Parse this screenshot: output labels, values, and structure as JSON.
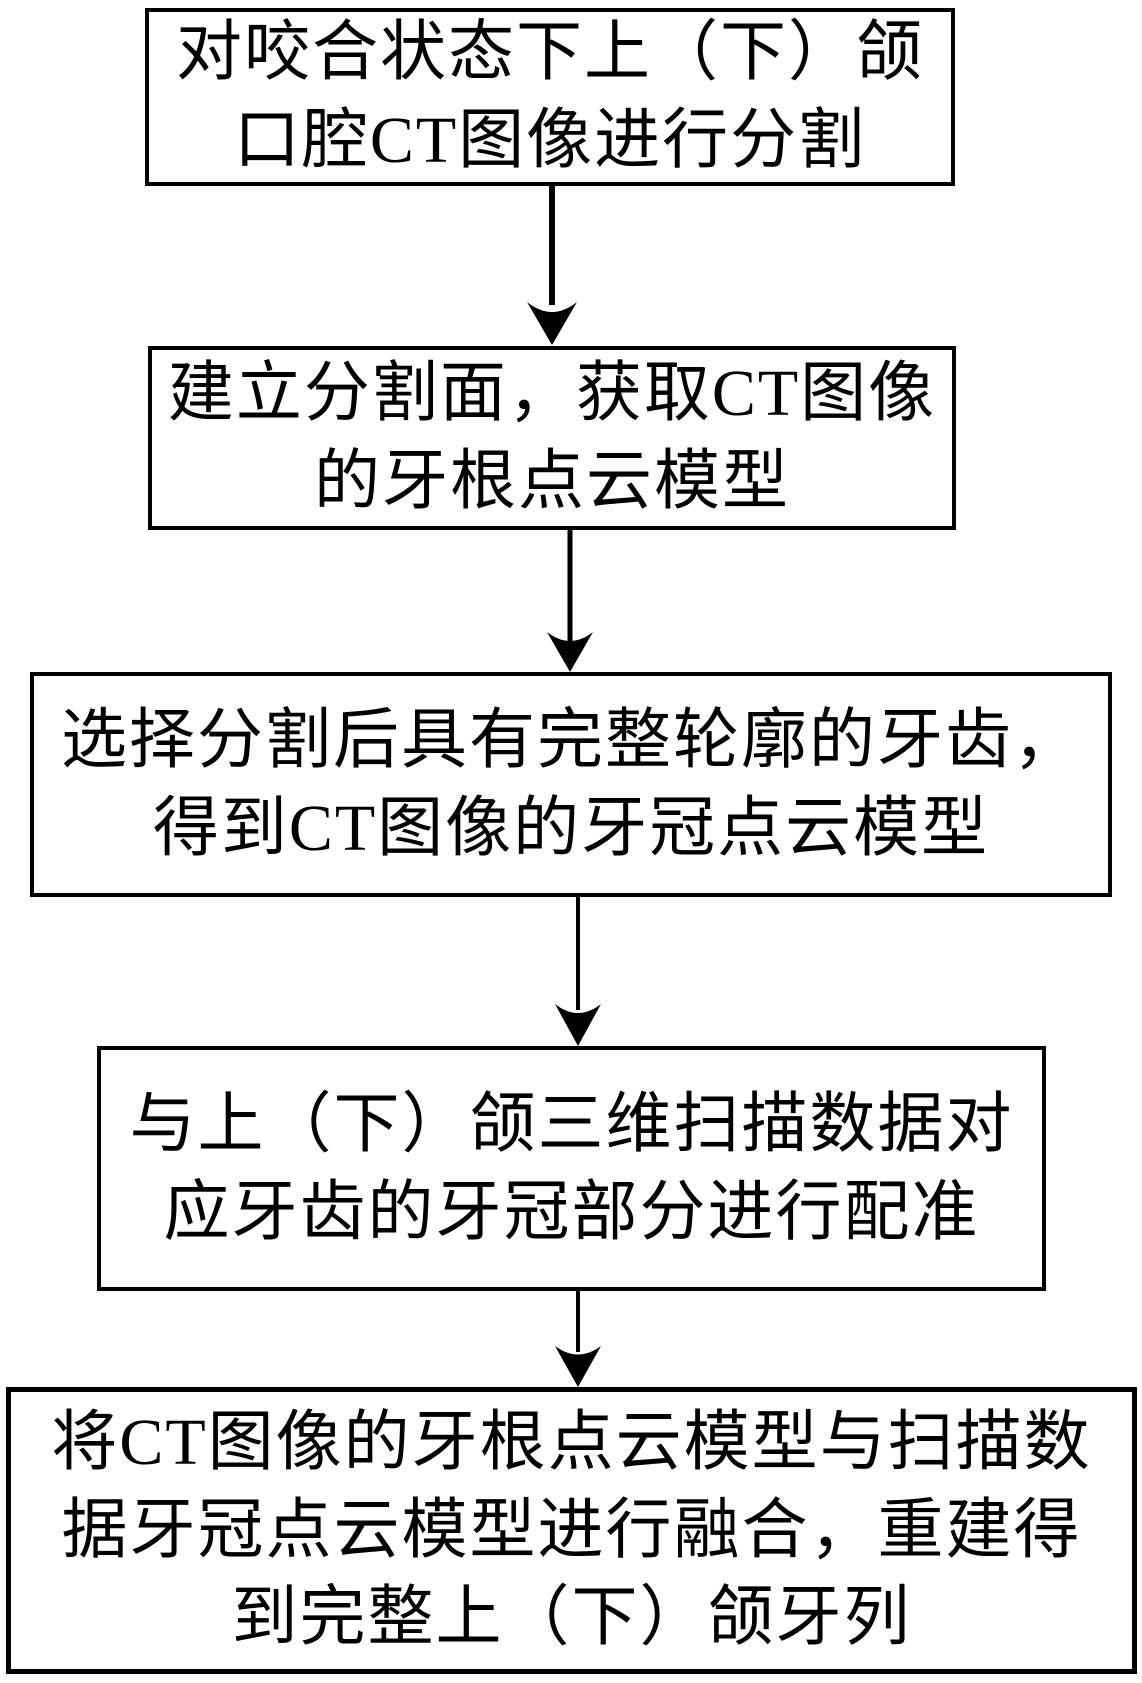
{
  "diagram": {
    "type": "flowchart",
    "direction": "top-down",
    "colors": {
      "background": "#ffffff",
      "box_fill": "#ffffff",
      "box_border": "#000000",
      "text": "#000000",
      "arrow": "#000000"
    },
    "steps": [
      {
        "id": 1,
        "lines": [
          "对咬合状态下上（下）颌",
          "口腔CT图像进行分割"
        ]
      },
      {
        "id": 2,
        "lines": [
          "建立分割面，获取CT图像",
          "的牙根点云模型"
        ]
      },
      {
        "id": 3,
        "lines": [
          "选择分割后具有完整轮廓的牙齿，",
          "得到CT图像的牙冠点云模型"
        ]
      },
      {
        "id": 4,
        "lines": [
          "与上（下）颌三维扫描数据对",
          "应牙齿的牙冠部分进行配准"
        ]
      },
      {
        "id": 5,
        "lines": [
          "将CT图像的牙根点云模型与扫描数",
          "据牙冠点云模型进行融合，重建得",
          "到完整上（下）颌牙列"
        ]
      }
    ],
    "arrows": [
      {
        "from": 1,
        "to": 2,
        "direction": "down"
      },
      {
        "from": 2,
        "to": 3,
        "direction": "down"
      },
      {
        "from": 3,
        "to": 4,
        "direction": "down"
      },
      {
        "from": 4,
        "to": 5,
        "direction": "down"
      }
    ]
  }
}
